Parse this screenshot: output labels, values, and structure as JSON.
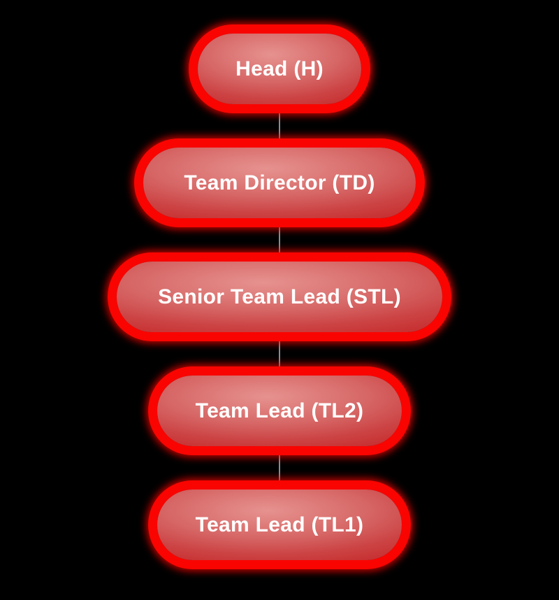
{
  "diagram": {
    "type": "org-chart-top-down",
    "background_color": "#000000",
    "node_glow_color": "#f90400",
    "node_fill_highlight": "#e6928f",
    "node_fill_edge": "#c73132",
    "node_text_color": "#ffffff",
    "connector_color": "#878d96",
    "nodes": [
      {
        "id": "H",
        "label": "Head (H)"
      },
      {
        "id": "TD",
        "label": "Team Director (TD)"
      },
      {
        "id": "STL",
        "label": "Senior Team Lead (STL)"
      },
      {
        "id": "TL2",
        "label": "Team Lead (TL2)"
      },
      {
        "id": "TL1",
        "label": "Team Lead (TL1)"
      }
    ],
    "edges": [
      {
        "from": "H",
        "to": "TD"
      },
      {
        "from": "TD",
        "to": "STL"
      },
      {
        "from": "STL",
        "to": "TL2"
      },
      {
        "from": "TL2",
        "to": "TL1"
      }
    ]
  }
}
